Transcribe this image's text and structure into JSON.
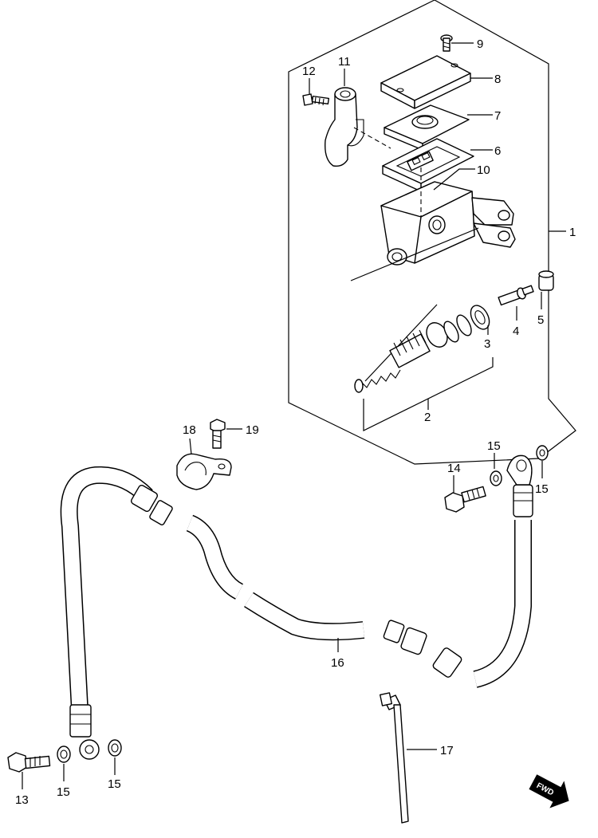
{
  "diagram": {
    "callouts": {
      "c1": "1",
      "c2": "2",
      "c3": "3",
      "c4": "4",
      "c5": "5",
      "c6": "6",
      "c7": "7",
      "c8": "8",
      "c9": "9",
      "c10": "10",
      "c11": "11",
      "c12": "12",
      "c13": "13",
      "c14": "14",
      "c15a": "15",
      "c15b": "15",
      "c15c": "15",
      "c15d": "15",
      "c16": "16",
      "c17": "17",
      "c18": "18",
      "c19": "19"
    },
    "fwd_marker": "FWD"
  }
}
